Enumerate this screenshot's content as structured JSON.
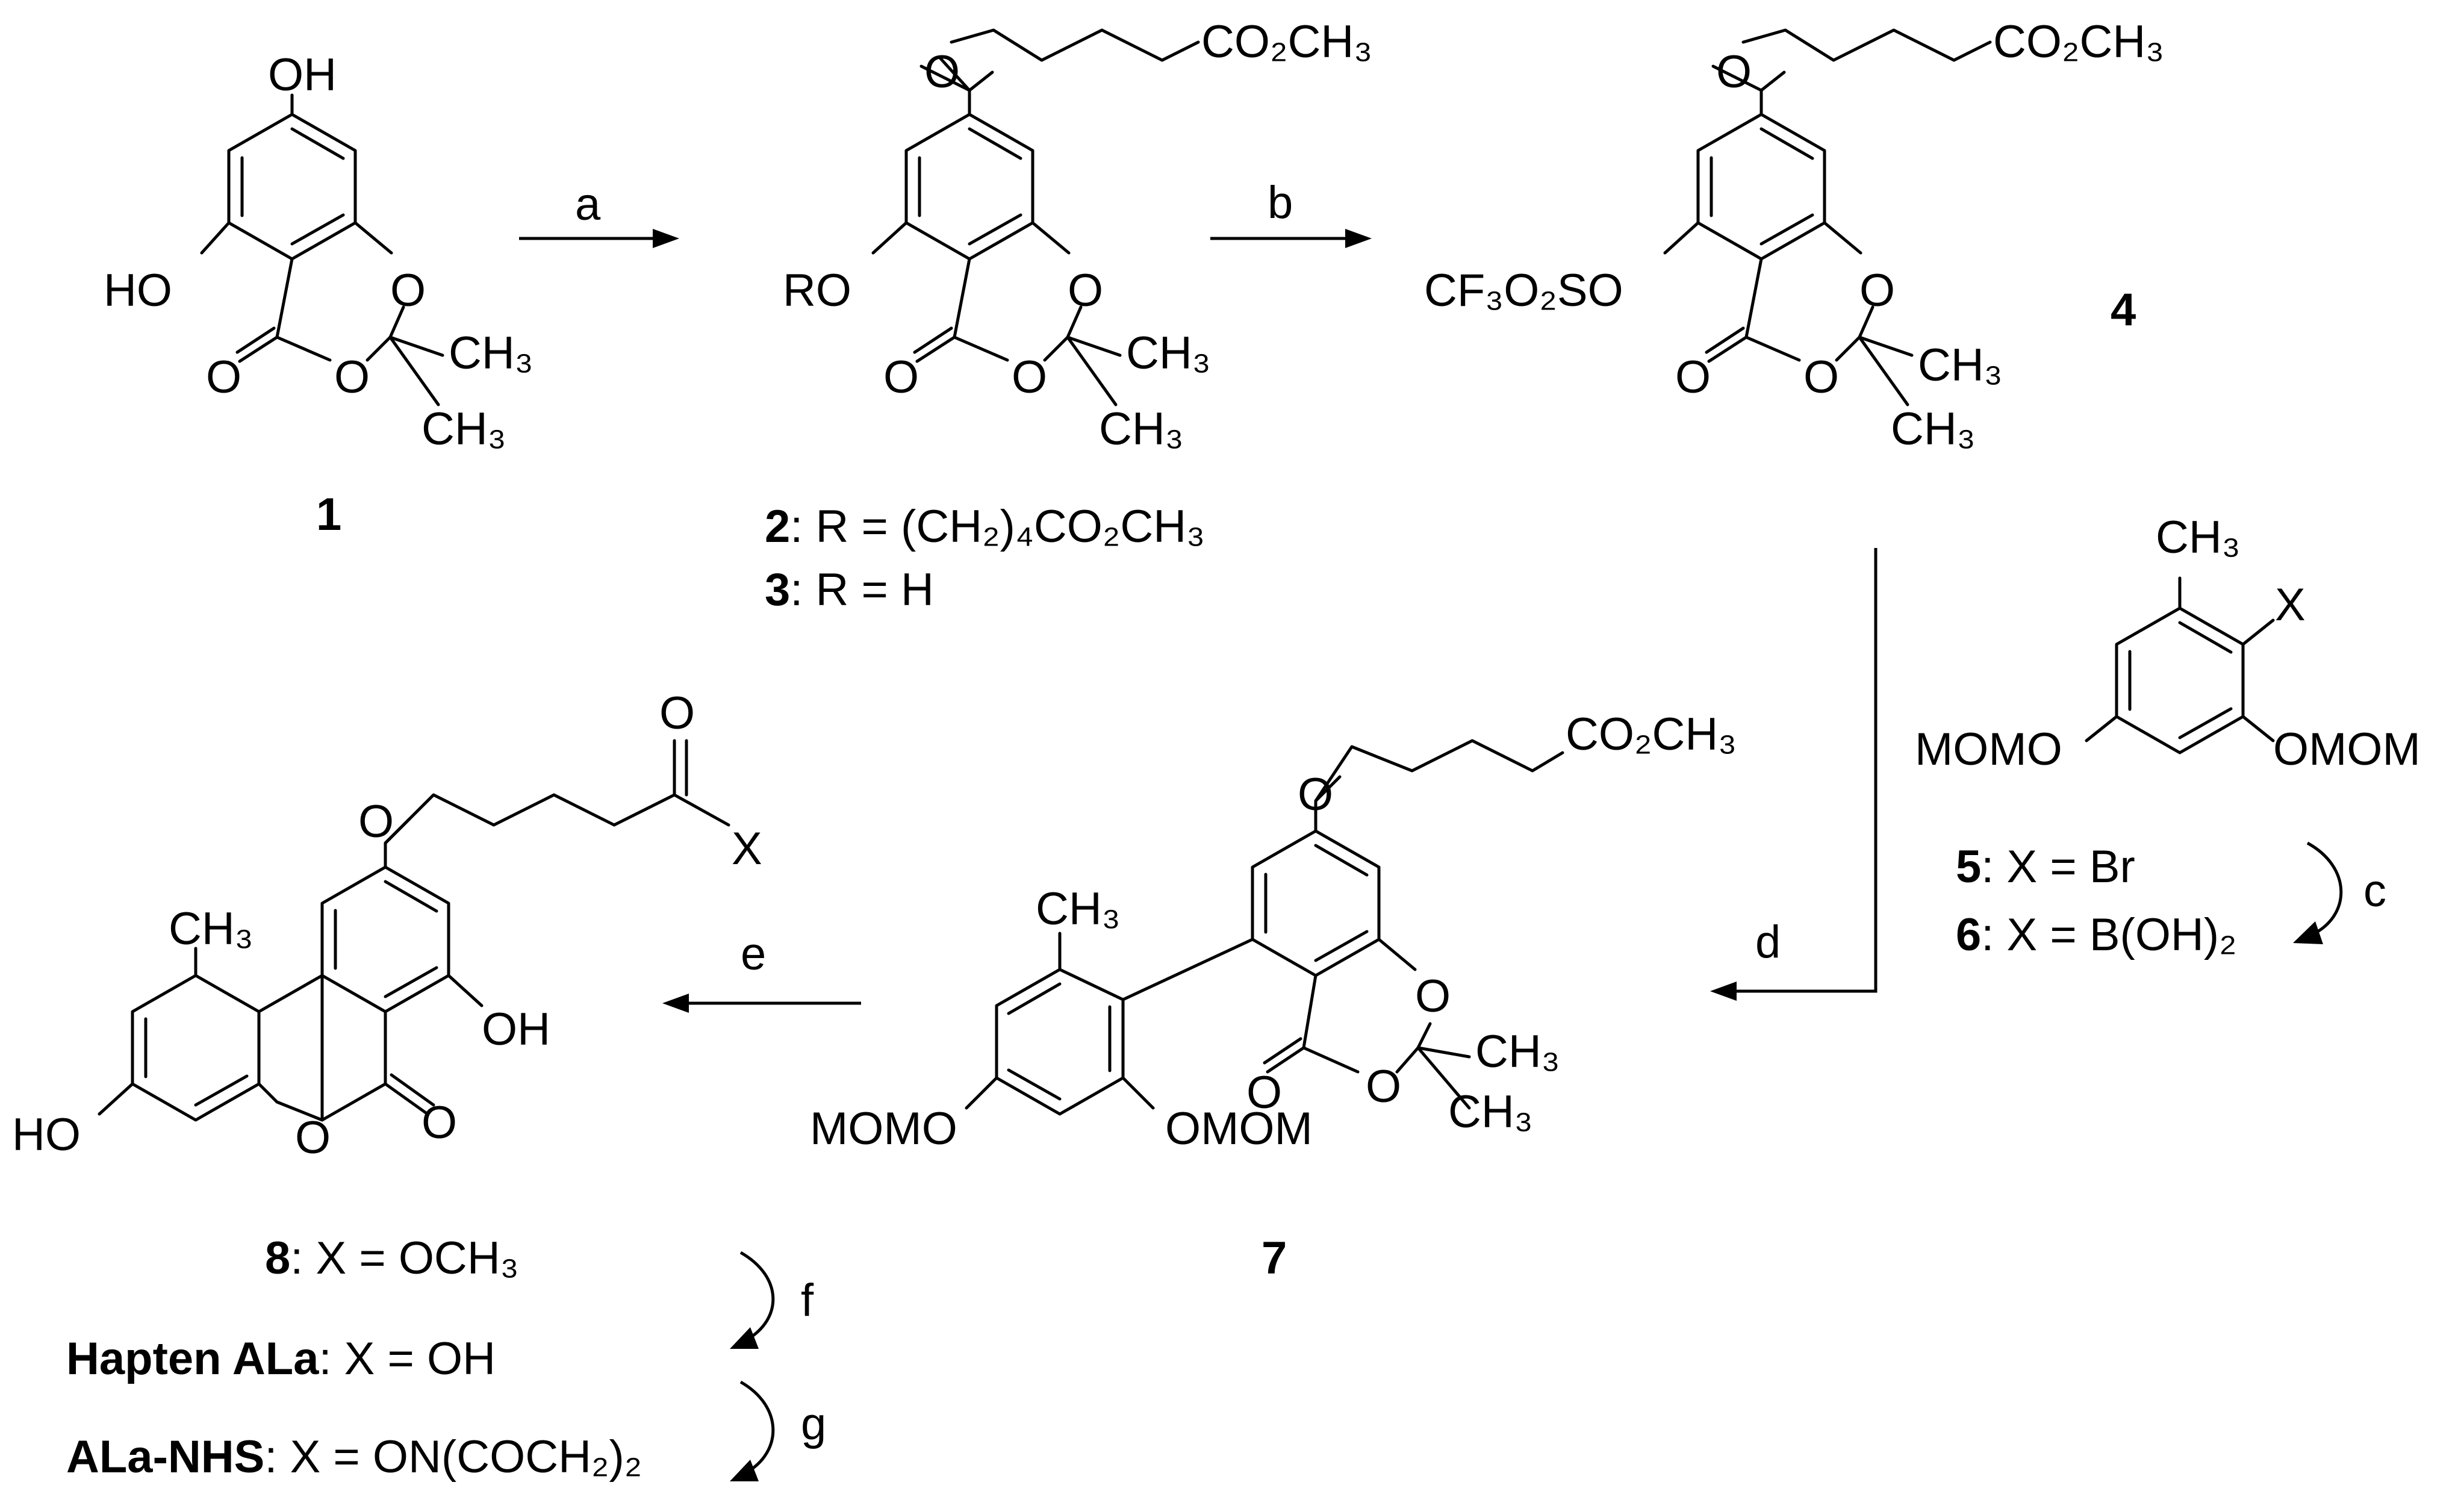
{
  "compounds": {
    "c1": {
      "number": "1"
    },
    "c2": {
      "number": "2",
      "caption": ": R = (CH₂)₄CO₂CH₃"
    },
    "c3": {
      "number": "3",
      "caption": ": R = H"
    },
    "c4": {
      "number": "4"
    },
    "c5": {
      "number": "5",
      "caption": ": X = Br"
    },
    "c6": {
      "number": "6",
      "caption": ": X = B(OH)₂"
    },
    "c7": {
      "number": "7"
    },
    "c8": {
      "number": "8",
      "caption": ": X = OCH₃"
    },
    "hapten": {
      "name": "Hapten ALa",
      "caption": ": X = OH"
    },
    "nhs": {
      "name": "ALa-NHS",
      "caption": ": X = ON(COCH₂)₂"
    }
  },
  "reagents": {
    "a": "a",
    "b": "b",
    "c": "c",
    "d": "d",
    "e": "e",
    "f": "f",
    "g": "g"
  },
  "atoms": {
    "OH": "OH",
    "HO": "HO",
    "O": "O",
    "RO": "RO",
    "CH3": "CH₃",
    "CO2CH3": "CO₂CH₃",
    "TfO": "CF₃O₂SO",
    "MOMO": "MOMO",
    "OMOM": "OMOM",
    "X": "X"
  }
}
